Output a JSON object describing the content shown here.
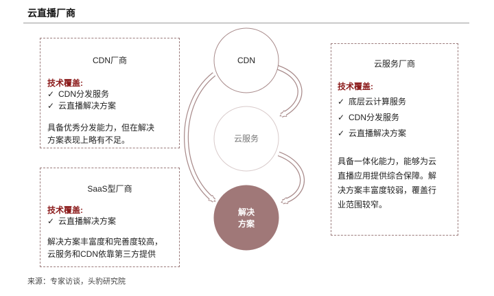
{
  "title": "云直播厂商",
  "cdn_box": {
    "heading": "CDN厂商",
    "coverage_label": "技术覆盖:",
    "items": [
      "CDN分发服务",
      "云直播解决方案"
    ],
    "desc_lines": [
      "具备优秀分发能力，但在解决",
      "方案表现上略有不足。"
    ]
  },
  "saas_box": {
    "heading": "SaaS型厂商",
    "coverage_label": "技术覆盖:",
    "items": [
      "云直播解决方案"
    ],
    "desc_lines": [
      "解决方案丰富度和完善度较高，",
      "云服务和CDN依靠第三方提供"
    ]
  },
  "cloud_box": {
    "heading": "云服务厂商",
    "coverage_label": "技术覆盖:",
    "items": [
      "底层云计算服务",
      "CDN分发服务",
      "云直播解决方案"
    ],
    "desc_lines": [
      "具备一体化能力，能够为云",
      "直播应用提供综合保障。解",
      "决方案丰富度较弱，覆盖行",
      "业范围较窄。"
    ]
  },
  "nodes": {
    "cdn": "CDN",
    "cloud": "云服务",
    "solution_line1": "解决",
    "solution_line2": "方案"
  },
  "source": "来源：专家访谈，头豹研究院",
  "colors": {
    "accent": "#8b1a1a",
    "solution_fill": "#a07878",
    "circle_stroke": "#a88a8a"
  }
}
